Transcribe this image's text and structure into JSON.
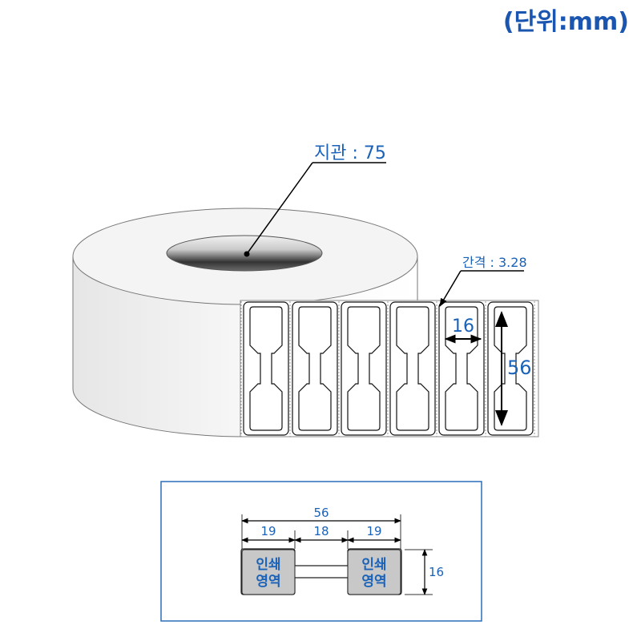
{
  "unit_label": "(단위:mm)",
  "roll": {
    "core_label": "지관 : 75",
    "gap_label": "간격 : 3.28",
    "label_width": "16",
    "label_height": "56"
  },
  "detail": {
    "total_width": "56",
    "segment_left": "19",
    "segment_middle": "18",
    "segment_right": "19",
    "height": "16",
    "print_area_line1": "인쇄",
    "print_area_line2": "영역"
  },
  "colors": {
    "accent": "#1a62b8",
    "print_area_fill": "#c8c8c8",
    "frame_border": "#2a6fb8"
  }
}
